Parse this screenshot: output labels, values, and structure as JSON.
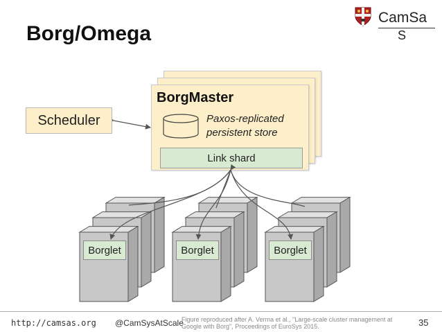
{
  "slide": {
    "title": "Borg/Omega",
    "page_number": "35"
  },
  "logo": {
    "line1": "CamSa",
    "line2": "S"
  },
  "diagram": {
    "scheduler_label": "Scheduler",
    "borgmaster_label": "BorgMaster",
    "store_label": "Paxos-replicated persistent store",
    "link_shard_label": "Link shard",
    "borglet_labels": [
      "Borglet",
      "Borglet",
      "Borglet"
    ]
  },
  "footer": {
    "url": "http://camsas.org",
    "handle": "@CamSysAtScale",
    "credit": "Figure reproduced after A. Verma et al., \"Large-scale cluster management at Google with Borg\", Proceedings of EuroSys 2015."
  },
  "colors": {
    "master_fill": "#fdefc9",
    "shard_fill": "#d9ead3",
    "machine_fill": "#c8c8c8",
    "arrow": "#555555"
  }
}
